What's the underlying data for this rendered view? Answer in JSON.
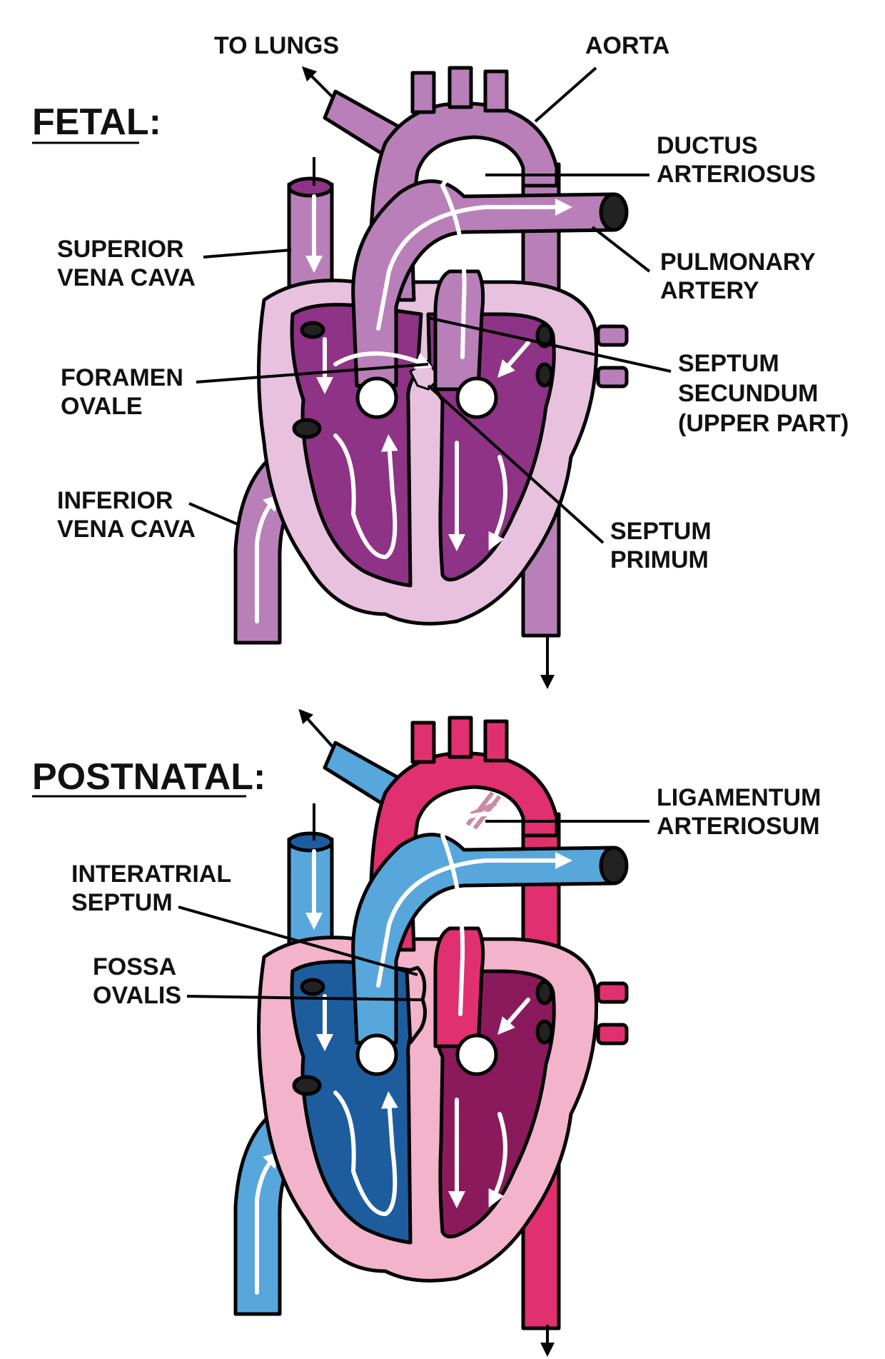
{
  "fetal": {
    "title": "FETAL:",
    "labels": {
      "to_lungs": "TO LUNGS",
      "aorta": "AORTA",
      "ductus_1": "DUCTUS",
      "ductus_2": "ARTERIOSUS",
      "svc_1": "SUPERIOR",
      "svc_2": "VENA CAVA",
      "pulm_1": "PULMONARY",
      "pulm_2": "ARTERY",
      "foramen_1": "FORAMEN",
      "foramen_2": "OVALE",
      "secundum_1": "SEPTUM",
      "secundum_2": "SECUNDUM",
      "secundum_3": "(UPPER PART)",
      "ivc_1": "INFERIOR",
      "ivc_2": "VENA CAVA",
      "primum_1": "SEPTUM",
      "primum_2": "PRIMUM"
    }
  },
  "postnatal": {
    "title": "POSTNATAL:",
    "labels": {
      "lig_1": "LIGAMENTUM",
      "lig_2": "ARTERIOSUM",
      "interatrial_1": "INTERATRIAL",
      "interatrial_2": "SEPTUM",
      "fossa_1": "FOSSA",
      "fossa_2": "OVALIS"
    }
  },
  "colors": {
    "fetal_vessel": "#b97fb8",
    "fetal_chamber": "#8e3385",
    "fetal_wall": "#e8c1df",
    "oxygen_poor": "#57a6dc",
    "oxygen_poor_chamber": "#1d5d9e",
    "oxygen_rich": "#e0306f",
    "oxygen_rich_chamber": "#8b1a5c",
    "postnatal_wall": "#f2b3cb"
  }
}
